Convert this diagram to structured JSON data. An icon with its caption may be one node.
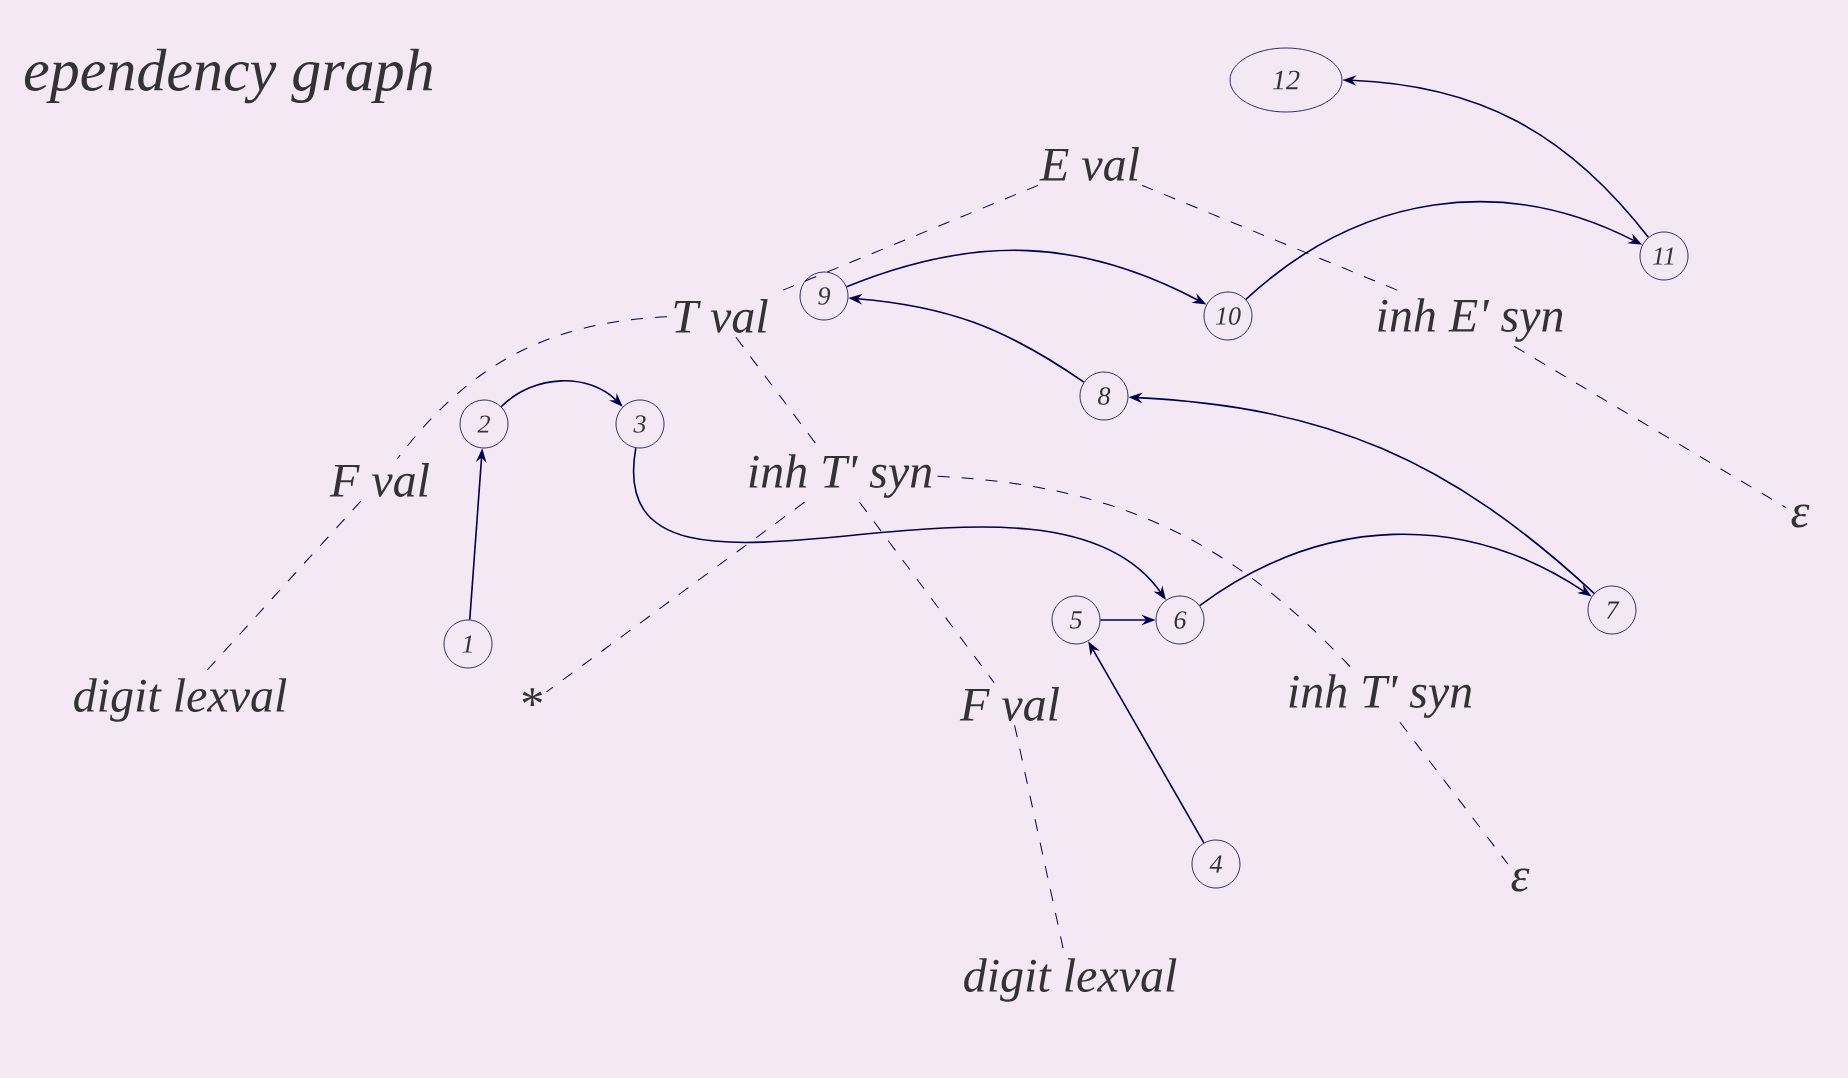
{
  "diagram": {
    "title": "ependency graph",
    "nodes": [
      {
        "text": [
          "12"
        ]
      },
      {
        "text": [
          "E val"
        ]
      },
      {
        "text": [
          "T val"
        ]
      },
      {
        "text": [
          "9"
        ]
      },
      {
        "text": [
          "10"
        ]
      },
      {
        "text": [
          "11"
        ]
      },
      {
        "text": [
          "inh E' syn"
        ]
      },
      {
        "text": [
          "F val"
        ]
      },
      {
        "text": [
          "2"
        ]
      },
      {
        "text": [
          "3"
        ]
      },
      {
        "text": [
          "8"
        ]
      },
      {
        "text": [
          "inh T' syn"
        ]
      },
      {
        "text": [
          "ε"
        ]
      },
      {
        "text": [
          "1"
        ]
      },
      {
        "text": [
          "5"
        ]
      },
      {
        "text": [
          "6"
        ]
      },
      {
        "text": [
          "7"
        ]
      },
      {
        "text": [
          "digit lexval"
        ]
      },
      {
        "text": [
          "*"
        ]
      },
      {
        "text": [
          "F val"
        ]
      },
      {
        "text": [
          "inh T' syn"
        ]
      },
      {
        "text": [
          "4"
        ]
      },
      {
        "text": [
          "ε"
        ]
      },
      {
        "text": [
          "digit lexval"
        ]
      }
    ],
    "edges": [
      {
        "from": 13,
        "to": 8,
        "arrow": "to"
      },
      {
        "from": 8,
        "to": 9,
        "arrow": "to"
      },
      {
        "from": 9,
        "to": 15,
        "arrow": "to"
      },
      {
        "from": 21,
        "to": 14,
        "arrow": "to"
      },
      {
        "from": 14,
        "to": 15,
        "arrow": "to"
      },
      {
        "from": 15,
        "to": 16,
        "arrow": "to"
      },
      {
        "from": 16,
        "to": 10,
        "arrow": "to"
      },
      {
        "from": 10,
        "to": 3,
        "arrow": "to"
      },
      {
        "from": 3,
        "to": 4,
        "arrow": "to"
      },
      {
        "from": 4,
        "to": 5,
        "arrow": "to"
      },
      {
        "from": 5,
        "to": 0,
        "arrow": "to"
      },
      {
        "from": 1,
        "to": 2,
        "arrow": "none",
        "style": "dashed"
      },
      {
        "from": 1,
        "to": 6,
        "arrow": "none",
        "style": "dashed"
      },
      {
        "from": 2,
        "to": 7,
        "arrow": "none",
        "style": "dashed"
      },
      {
        "from": 2,
        "to": 11,
        "arrow": "none",
        "style": "dashed"
      },
      {
        "from": 6,
        "to": 12,
        "arrow": "none",
        "style": "dashed"
      },
      {
        "from": 7,
        "to": 17,
        "arrow": "none",
        "style": "dashed"
      },
      {
        "from": 11,
        "to": 18,
        "arrow": "none",
        "style": "dashed"
      },
      {
        "from": 11,
        "to": 19,
        "arrow": "none",
        "style": "dashed"
      },
      {
        "from": 11,
        "to": 20,
        "arrow": "none",
        "style": "dashed"
      },
      {
        "from": 19,
        "to": 23,
        "arrow": "none",
        "style": "dashed"
      },
      {
        "from": 20,
        "to": 22,
        "arrow": "none",
        "style": "dashed"
      }
    ]
  }
}
